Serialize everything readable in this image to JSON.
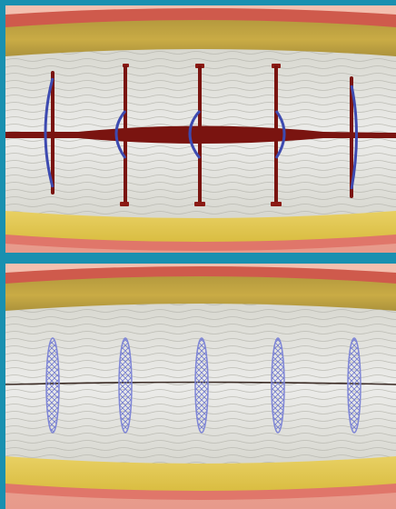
{
  "figure": {
    "description_free": true,
    "colors": {
      "border": "#1990b0",
      "skin_outer": "#f0b8a8",
      "dermis_pink": "#e58f86",
      "dermis_edge": "#c2473c",
      "fat_yellow": "#e2c64a",
      "fat_dark": "#9f8a3a",
      "tissue": "#e4e4de",
      "wound": "#7a1410",
      "suture_blue": "#3d4ab0",
      "suture_lavender": "#7f86d6"
    },
    "panels": [
      {
        "id": "top",
        "icon": "sutured-wound-open"
      },
      {
        "id": "bottom",
        "icon": "sutured-wound-closed"
      }
    ]
  }
}
